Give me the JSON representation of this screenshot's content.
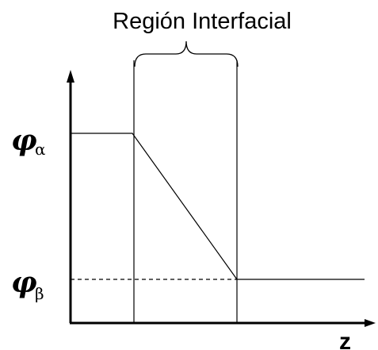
{
  "title": "Región Interfacial",
  "y_labels": {
    "alpha_symbol": "φ",
    "alpha_subscript": "α",
    "beta_symbol": "φ",
    "beta_subscript": "β"
  },
  "x_axis_label": "z"
}
